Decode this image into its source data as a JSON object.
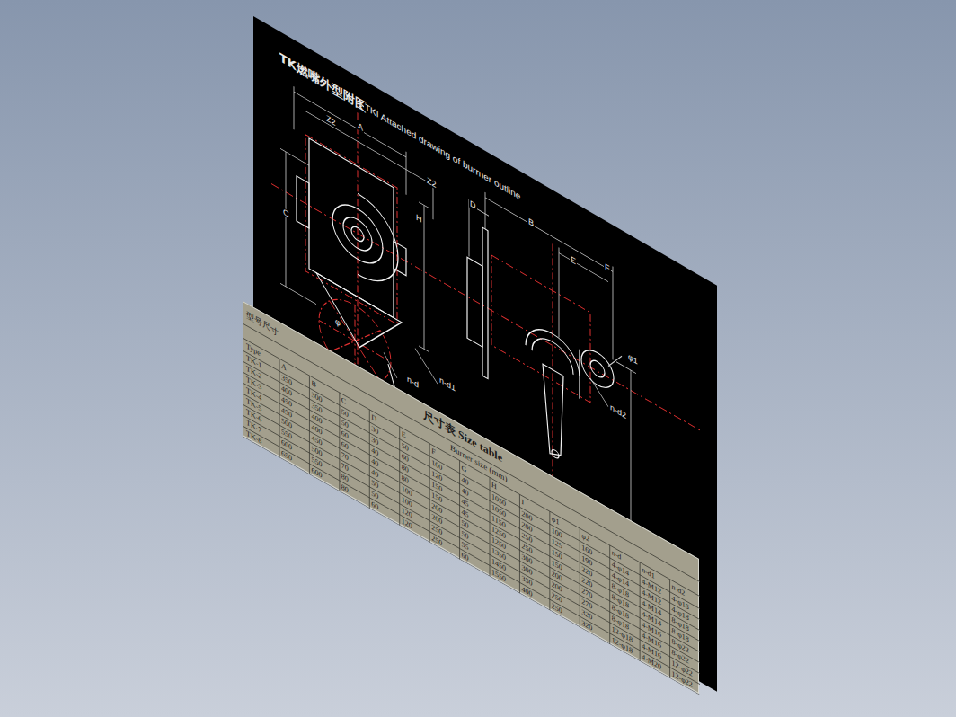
{
  "diagram": {
    "title": "TK燃嘴外型附图",
    "labels": [
      "TKI Attached drawing of burrner outline",
      "Z2",
      "A",
      "Z2",
      "H",
      "C",
      "D",
      "B",
      "E",
      "F",
      "φ",
      "n-d",
      "n-d1",
      "φ1",
      "n-d2",
      "尺寸表 Size table",
      "Burner size (mm)",
      "型号尺寸",
      "Type",
      "A",
      "B",
      "C",
      "D",
      "E",
      "F",
      "G",
      "H",
      "I",
      "φ1",
      "φ2",
      "n-d",
      "n-d1",
      "n-d2",
      "TK-1",
      "350",
      "300",
      "50",
      "30",
      "50",
      "100",
      "40",
      "1050",
      "200",
      "100",
      "160",
      "4-φ14",
      "4-M12",
      "4-φ18",
      "TK-2",
      "400",
      "350",
      "50",
      "30",
      "60",
      "120",
      "40",
      "1050",
      "200",
      "125",
      "190",
      "4-φ14",
      "4-M12",
      "4-φ18",
      "TK-3",
      "450",
      "400",
      "60",
      "40",
      "80",
      "150",
      "45",
      "1150",
      "250",
      "150",
      "220",
      "8-φ18",
      "4-M14",
      "8-φ18",
      "TK-4",
      "450",
      "400",
      "60",
      "40",
      "80",
      "150",
      "45",
      "1250",
      "250",
      "150",
      "220",
      "8-φ18",
      "4-M14",
      "8-φ18",
      "TK-5",
      "500",
      "450",
      "70",
      "40",
      "100",
      "200",
      "50",
      "1250",
      "300",
      "200",
      "270",
      "8-φ18",
      "4-M16",
      "8-φ22",
      "TK-6",
      "550",
      "500",
      "70",
      "50",
      "100",
      "200",
      "50",
      "1350",
      "300",
      "200",
      "270",
      "8-φ18",
      "4-M16",
      "8-φ22",
      "TK-7",
      "600",
      "550",
      "80",
      "50",
      "120",
      "250",
      "55",
      "1450",
      "350",
      "250",
      "320",
      "12-φ18",
      "4-M16",
      "12-φ22",
      "TK-8",
      "650",
      "600",
      "80",
      "60",
      "120",
      "250",
      "60",
      "1550",
      "400",
      "250",
      "320",
      "12-φ18",
      "4-M20",
      "12-φ22"
    ]
  }
}
